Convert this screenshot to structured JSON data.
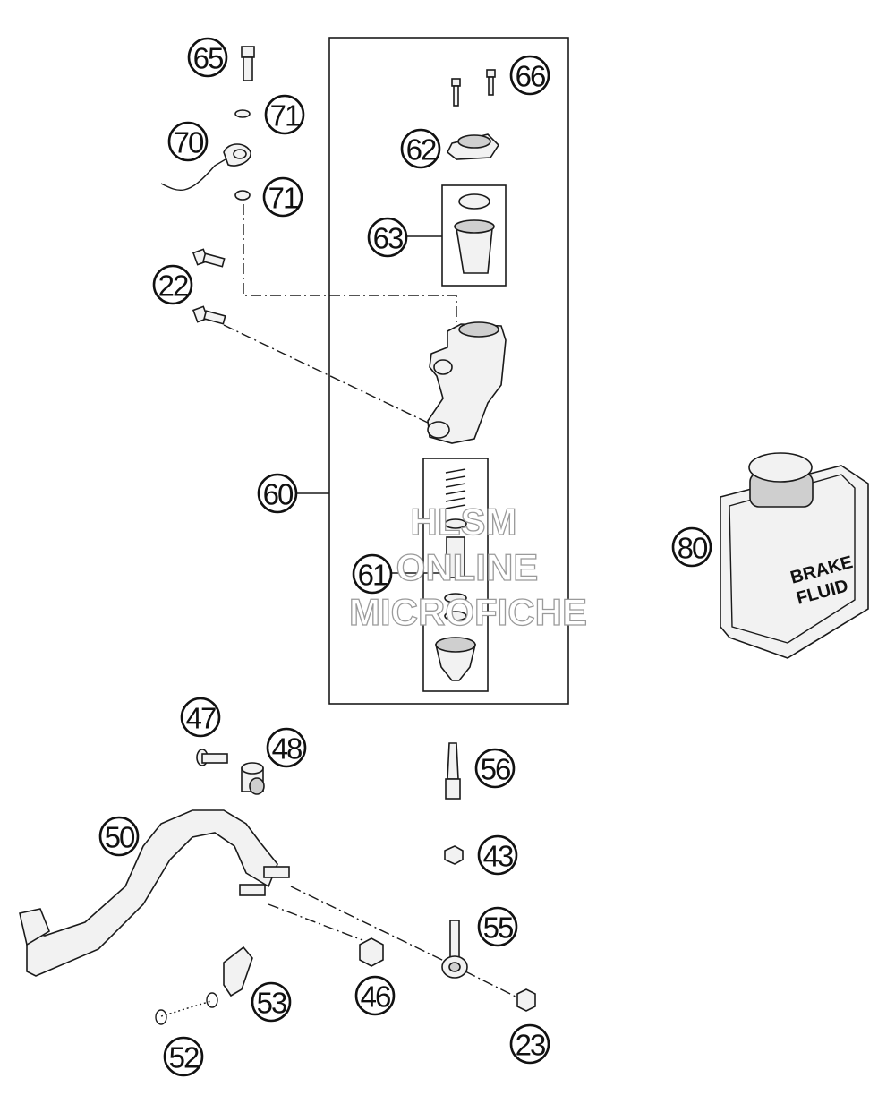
{
  "diagram": {
    "callouts": {
      "c65": "65",
      "c71a": "71",
      "c70": "70",
      "c71b": "71",
      "c22": "22",
      "c66": "66",
      "c62": "62",
      "c63": "63",
      "c60": "60",
      "c61": "61",
      "c80": "80",
      "c47": "47",
      "c48": "48",
      "c56": "56",
      "c50": "50",
      "c43": "43",
      "c55": "55",
      "c53": "53",
      "c46": "46",
      "c52": "52",
      "c23": "23"
    },
    "fluid_label_line1": "BRAKE",
    "fluid_label_line2": "FLUID"
  },
  "watermark": {
    "line1": "HLSM",
    "line2": "ONLINE",
    "line3": "MICROFICHE"
  }
}
